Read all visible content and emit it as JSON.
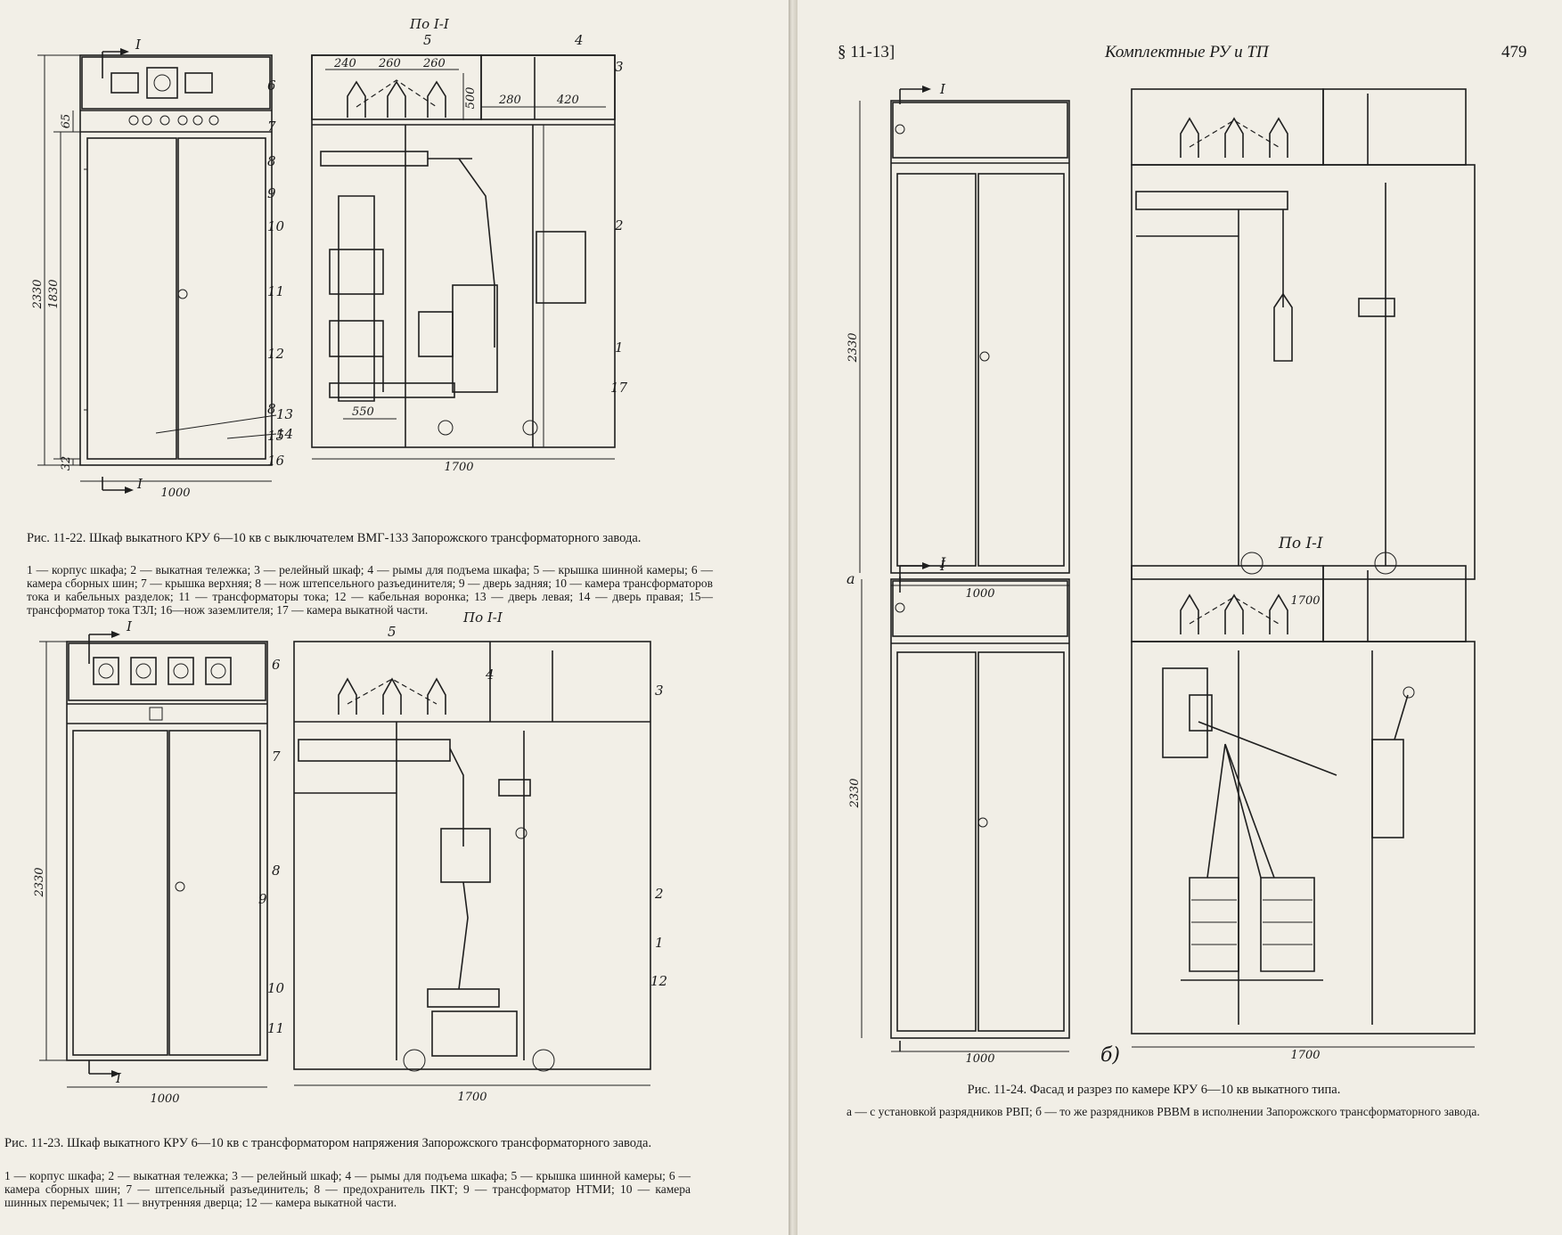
{
  "header": {
    "section": "§ 11-13]",
    "title": "Комплектные РУ и ТП",
    "page_number": "479"
  },
  "fig_11_22": {
    "caption": "Рис. 11-22. Шкаф выкатного КРУ 6—10 кв с выключателем ВМГ-133 Запорожского трансформаторного завода.",
    "legend": "1 — корпус шкафа; 2 — выкатная тележка; 3 — релейный шкаф; 4 — рымы для подъема шкафа; 5 — крышка шинной камеры; 6 — камера сборных шин; 7 — крышка верхняя; 8 — нож штепсельного разъединителя; 9 — дверь задняя; 10 — камера трансформаторов тока и кабельных разделок; 11 — трансформаторы тока; 12 — кабельная воронка; 13 — дверь левая; 14 — дверь правая; 15—трансформатор тока ТЗЛ; 16—нож заземлителя; 17 — камера выкатной части.",
    "section_label": "По I-I",
    "cut_mark": "I",
    "dims": {
      "height_total": "2330",
      "height_door": "1830",
      "top": "65",
      "bottom": "32",
      "width_front": "1000",
      "width_side": "1700",
      "d240": "240",
      "d260a": "260",
      "d260b": "260",
      "d500": "500",
      "d280": "280",
      "d420": "420",
      "d550": "550"
    },
    "callouts": [
      "1",
      "2",
      "3",
      "4",
      "5",
      "6",
      "7",
      "8",
      "9",
      "10",
      "11",
      "12",
      "13",
      "14",
      "8",
      "15",
      "16",
      "17"
    ]
  },
  "fig_11_23": {
    "caption": "Рис. 11-23. Шкаф выкатного КРУ 6—10 кв с трансформатором напряжения Запорожского трансформаторного завода.",
    "legend": "1 — корпус шкафа; 2 — выкатная тележка; 3 — релейный шкаф; 4 — рымы для подъема шкафа; 5 — крышка шинной камеры; 6 — камера сборных шин; 7 — штепсельный разъединитель; 8 — предохранитель ПКТ; 9 — трансформатор НТМИ; 10 — камера шинных перемычек; 11 — внутренняя дверца; 12 — камера выкатной части.",
    "section_label": "По I-I",
    "cut_mark": "I",
    "dims": {
      "height_total": "2330",
      "width_front": "1000",
      "width_side": "1700"
    },
    "callouts": [
      "1",
      "2",
      "3",
      "4",
      "5",
      "6",
      "7",
      "8",
      "9",
      "10",
      "11",
      "12"
    ]
  },
  "fig_11_24": {
    "caption": "Рис. 11-24. Фасад и разрез по камере КРУ 6—10 кв выкатного типа.",
    "legend": "а — с установкой разрядников РВП; б — то же разрядников РВВМ в исполнении Запорожского трансформаторного завода.",
    "section_label": "По I-I",
    "cut_mark": "I",
    "variant_a": "а",
    "variant_b": "б)",
    "dims": {
      "height_a": "2330",
      "height_b": "2330",
      "width_front_a": "1000",
      "width_side_a": "1700",
      "width_front_b": "1000",
      "width_side_b": "1700"
    }
  }
}
